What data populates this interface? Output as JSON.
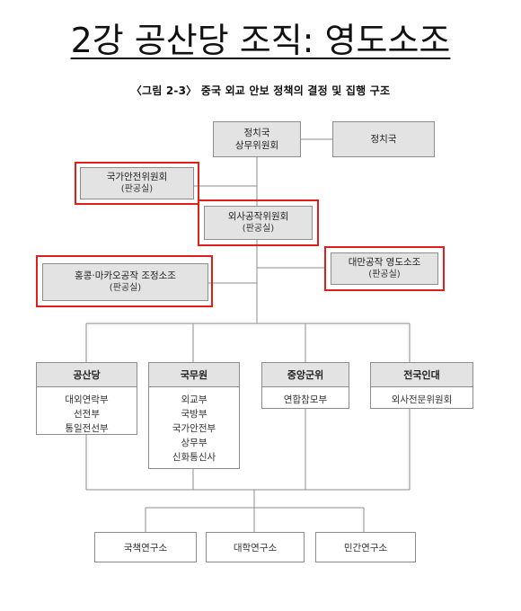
{
  "slide": {
    "title": "2강 공산당 조직: 영도소조",
    "subtitle": "〈그림 2-3〉 중국 외교 안보 정책의 결정 및 집행 구조"
  },
  "top": {
    "standing_committee": [
      "정치국",
      "상무위원회"
    ],
    "politburo": "정치국"
  },
  "side_bodies": [
    {
      "name": "국가안전위원회",
      "note": "(판공실)"
    },
    {
      "name": "외사공작위원회",
      "note": "(판공실)"
    },
    {
      "name": "홍콩·마카오공작 조정소조",
      "note": "(판공실)"
    },
    {
      "name": "대만공작 영도소조",
      "note": "(판공실)"
    }
  ],
  "columns": [
    {
      "head": "공산당",
      "items": [
        "대외연락부",
        "선전부",
        "통일전선부"
      ]
    },
    {
      "head": "국무원",
      "items": [
        "외교부",
        "국방부",
        "국가안전부",
        "상무부",
        "신화통신사"
      ]
    },
    {
      "head": "중앙군위",
      "items": [
        "연합참모부"
      ]
    },
    {
      "head": "전국인대",
      "items": [
        "외사전문위원회"
      ]
    }
  ],
  "institutes": [
    "국책연구소",
    "대학연구소",
    "민간연구소"
  ],
  "colors": {
    "highlight": "#e01e1e",
    "box_fill": "#e3e3e3",
    "border": "#8c8c8c"
  }
}
